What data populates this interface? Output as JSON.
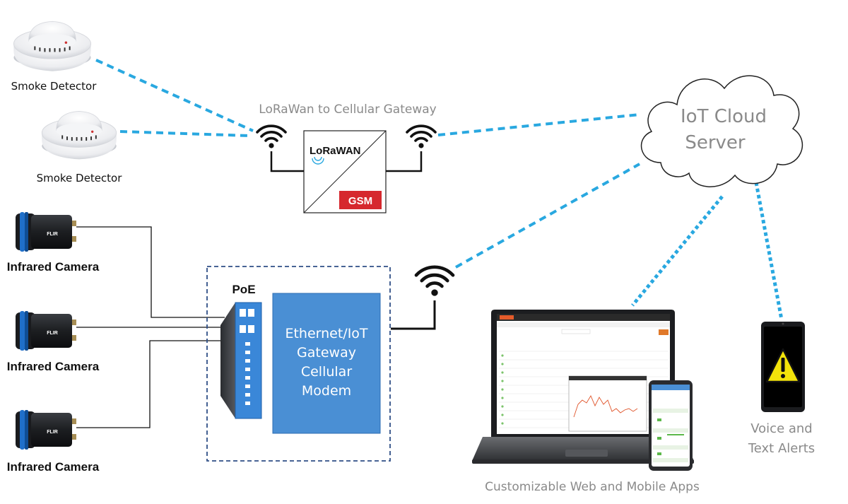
{
  "gateway": {
    "title": "LoRaWan to Cellular Gateway",
    "lorawan_logo": "LoRaWAN",
    "gsm_label": "GSM"
  },
  "cloud": {
    "line1": "IoT Cloud",
    "line2": "Server"
  },
  "devices": {
    "smoke_detectors": [
      "Smoke Detector",
      "Smoke Detector"
    ],
    "cameras": [
      "Infrared Camera",
      "Infrared Camera",
      "Infrared Camera"
    ],
    "camera_brand": "FLIR"
  },
  "poe": {
    "label": "PoE"
  },
  "iot_gateway": {
    "lines": [
      "Ethernet/IoT",
      "Gateway",
      "Cellular",
      "Modem"
    ]
  },
  "apps": {
    "label": "Customizable Web and Mobile Apps"
  },
  "alerts": {
    "line1": "Voice and",
    "line2": "Text Alerts"
  },
  "colors": {
    "wireless_link": "#29a8e0",
    "wired_link": "#111111",
    "gateway_box": "#4a8fd4",
    "gsm_badge": "#d6282e",
    "poe_switch": "#3a87d8",
    "label_grey": "#8a8a8a",
    "warning": "#f2e30a"
  },
  "icons": [
    "smoke-detector-icon",
    "infrared-camera-icon",
    "wifi-icon",
    "cloud-icon",
    "laptop-icon",
    "phone-icon",
    "warning-icon"
  ]
}
